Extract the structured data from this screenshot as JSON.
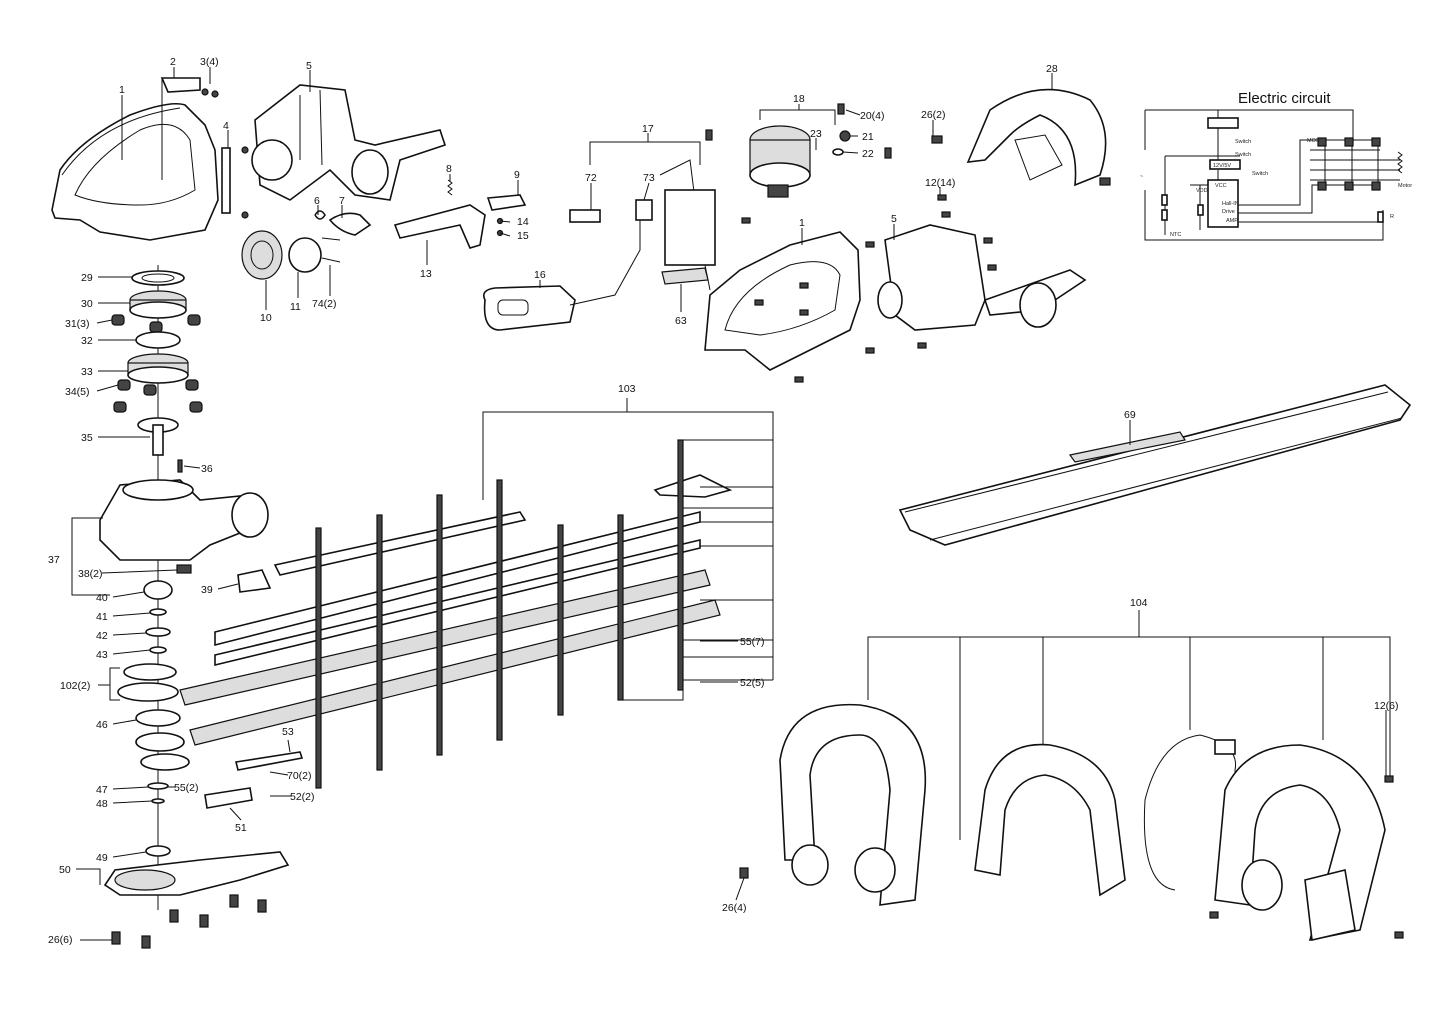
{
  "diagram": {
    "circuit": {
      "title": "Electric circuit",
      "labels": {
        "switch1": "Switch",
        "switch2": "Switch",
        "regulator": "12V/5V",
        "switch3": "Switch",
        "vcc": "VCC",
        "vdd": "VDD",
        "hall": "Hall-IN",
        "drive": "Drive",
        "amp": "AMP",
        "ntc": "NTC",
        "mos": "MOS",
        "motor": "Motor",
        "resistor": "R",
        "ac": "~"
      }
    },
    "parts": {
      "p1": "1",
      "p2": "2",
      "p3": "3(4)",
      "p4": "4",
      "p5": "5",
      "p6": "6",
      "p7": "7",
      "p8": "8",
      "p9": "9",
      "p10": "10",
      "p11": "11",
      "p13": "13",
      "p14": "14",
      "p15": "15",
      "p16": "16",
      "p17": "17",
      "p18": "18",
      "p20": "20(4)",
      "p21": "21",
      "p22": "22",
      "p23": "23",
      "p26a": "26(2)",
      "p28": "28",
      "p12a": "12(14)",
      "p1b": "1",
      "p5b": "5",
      "p72": "72",
      "p73": "73",
      "p63": "63",
      "p74": "74(2)",
      "p29": "29",
      "p30": "30",
      "p31": "31(3)",
      "p32": "32",
      "p33": "33",
      "p34": "34(5)",
      "p35": "35",
      "p36": "36",
      "p37": "37",
      "p38": "38(2)",
      "p39": "39",
      "p40": "40",
      "p41": "41",
      "p42": "42",
      "p43": "43",
      "p102": "102(2)",
      "p46": "46",
      "p47": "47",
      "p48": "48",
      "p55a": "55(2)",
      "p53": "53",
      "p70": "70(2)",
      "p52a": "52(2)",
      "p51": "51",
      "p49": "49",
      "p50": "50",
      "p26b": "26(6)",
      "p103": "103",
      "p55b": "55(7)",
      "p52b": "52(5)",
      "p69": "69",
      "p104": "104",
      "p12b": "12(6)",
      "p26c": "26(4)"
    }
  }
}
